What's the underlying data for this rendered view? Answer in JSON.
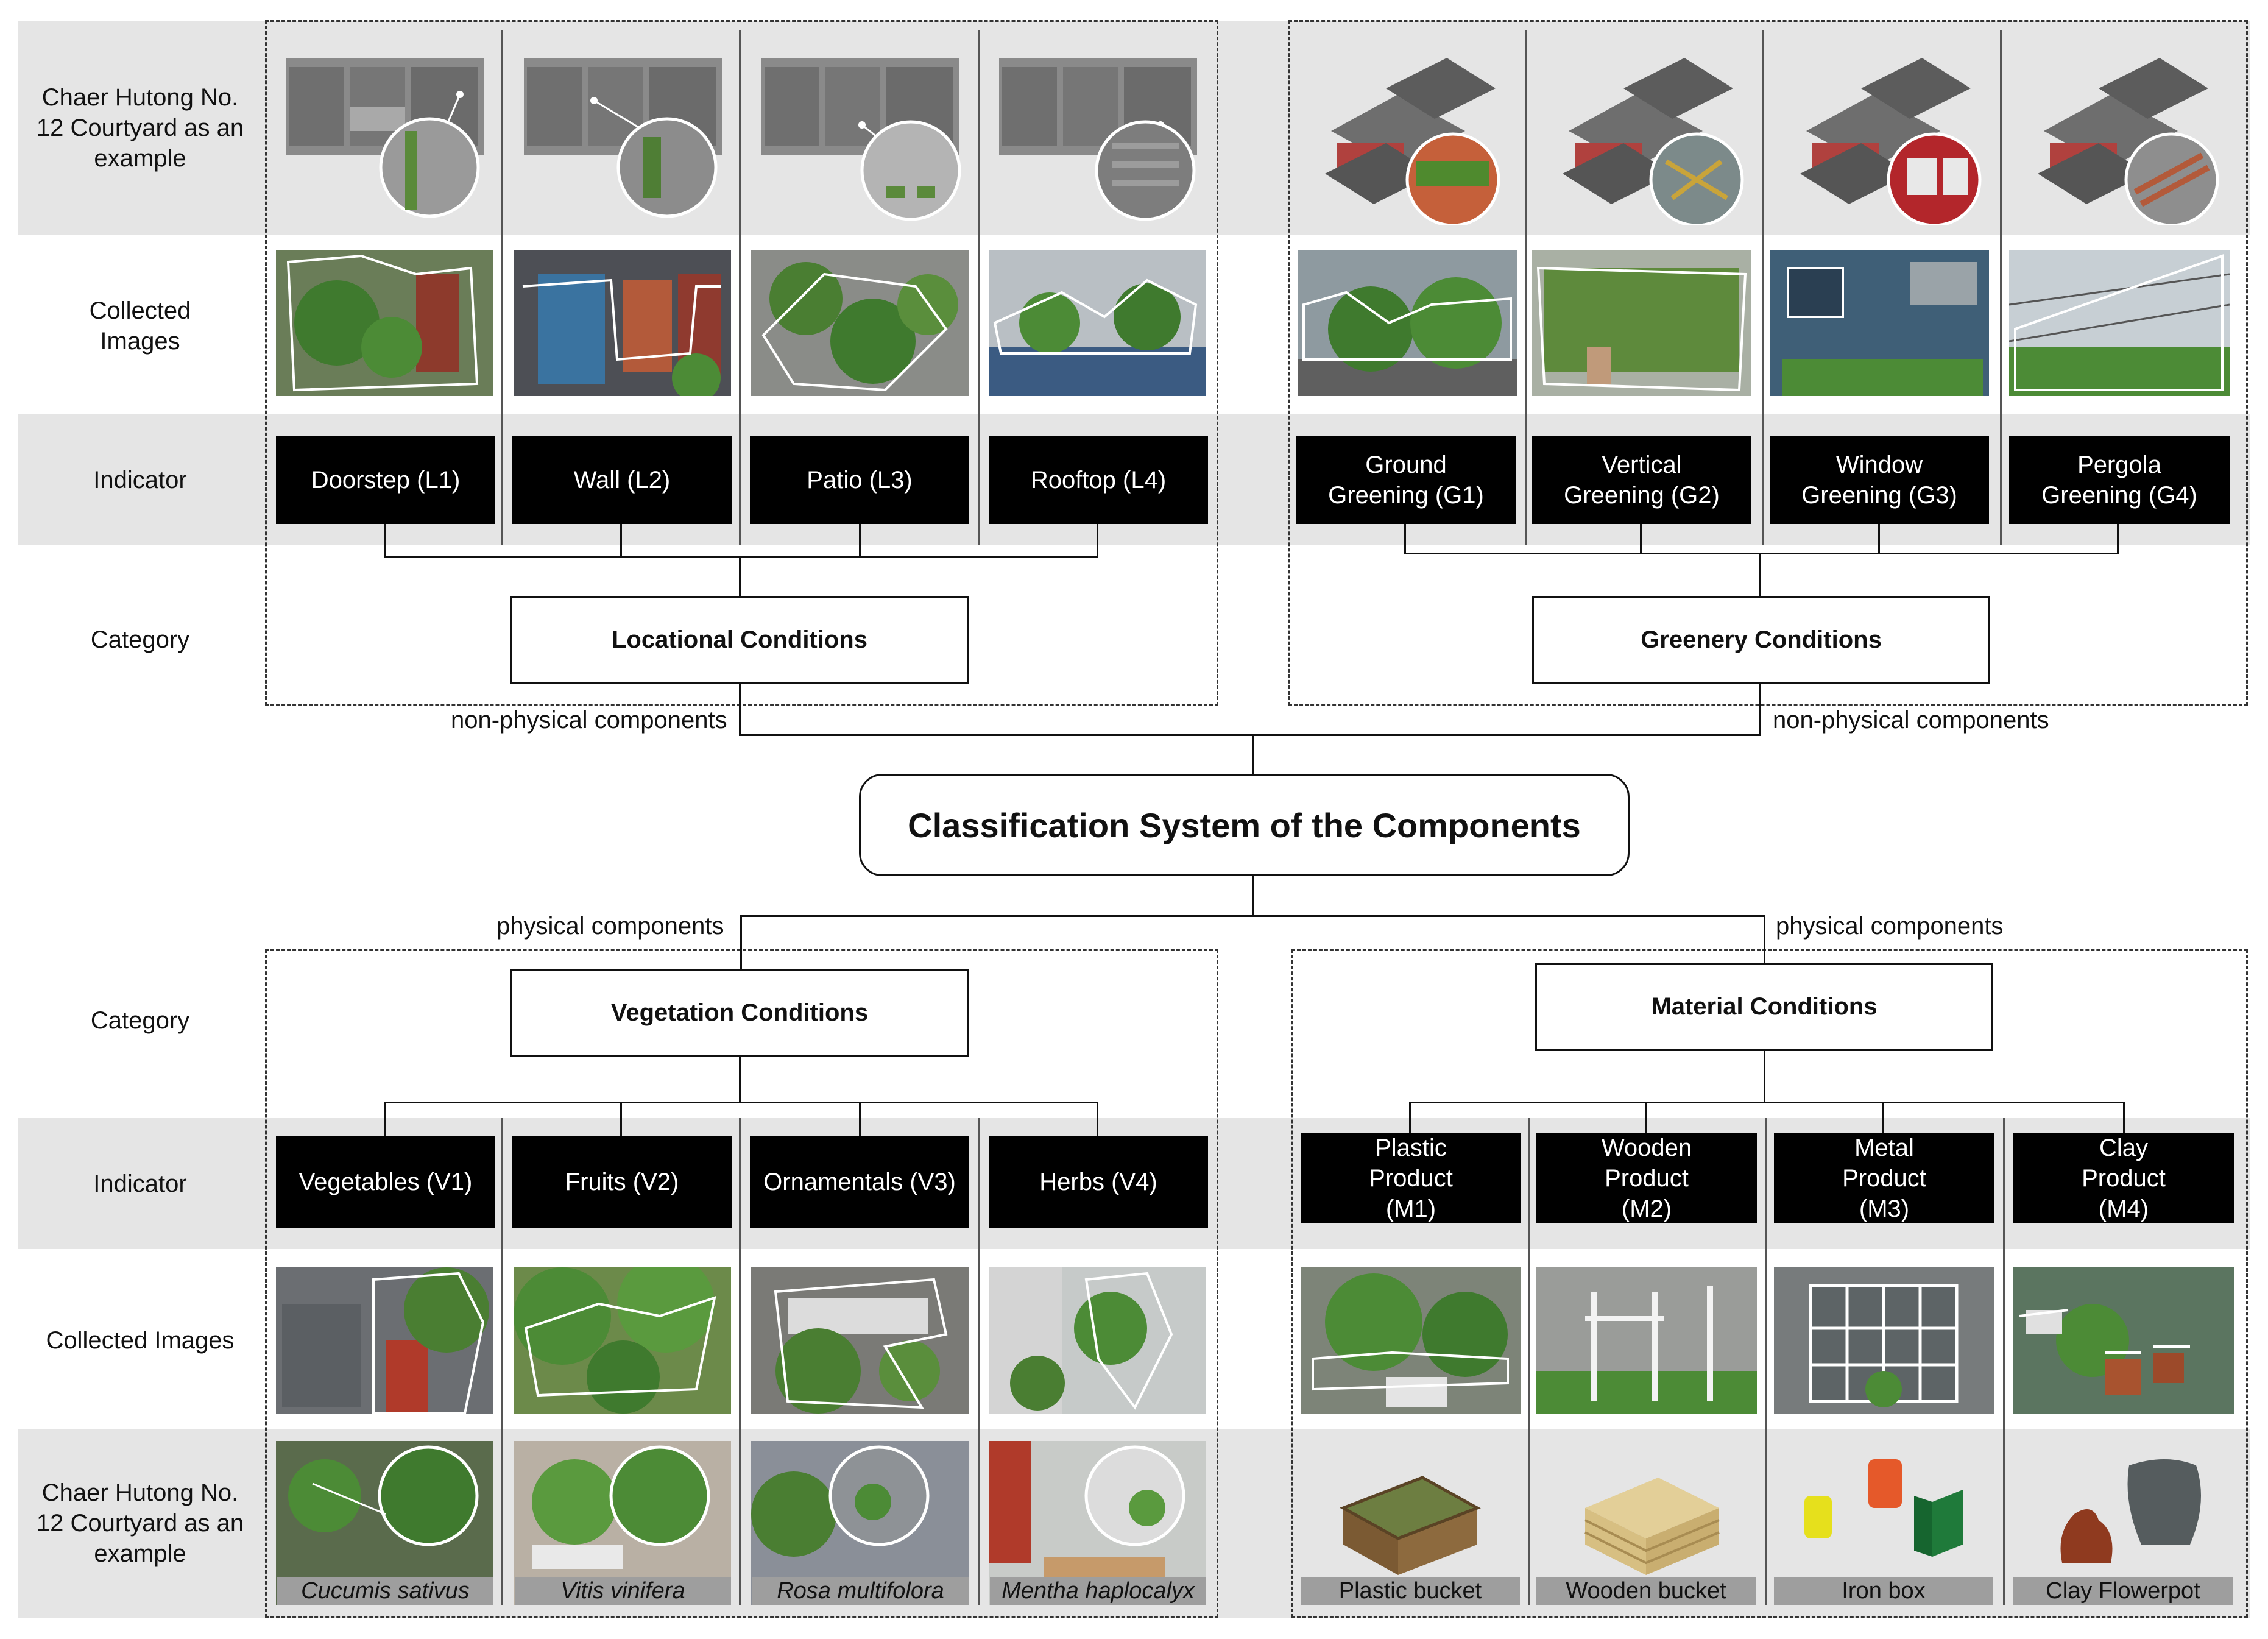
{
  "title": "Classification System of the Components",
  "row_labels": {
    "example_top": "Chaer Hutong No. 12 Courtyard as an example",
    "collected_top": "Collected Images",
    "indicator_top": "Indicator",
    "category_top": "Category",
    "category_bottom": "Category",
    "indicator_bottom": "Indicator",
    "collected_bottom": "Collected Images",
    "example_bottom": "Chaer Hutong No. 12 Courtyard as an example"
  },
  "connectors": {
    "non_physical_left": "non-physical components",
    "non_physical_right": "non-physical components",
    "physical_left": "physical components",
    "physical_right": "physical components"
  },
  "categories": {
    "locational": "Locational Conditions",
    "greenery": "Greenery Conditions",
    "vegetation": "Vegetation Conditions",
    "material": "Material Conditions"
  },
  "indicators": {
    "locational": [
      "Doorstep (L1)",
      "Wall (L2)",
      "Patio (L3)",
      "Rooftop (L4)"
    ],
    "greenery": [
      "Ground Greening (G1)",
      "Vertical Greening (G2)",
      "Window Greening (G3)",
      "Pergola Greening (G4)"
    ],
    "vegetation": [
      "Vegetables (V1)",
      "Fruits (V2)",
      "Ornamentals (V3)",
      "Herbs (V4)"
    ],
    "material": [
      "Plastic Product (M1)",
      "Wooden Product (M2)",
      "Metal Product (M3)",
      "Clay Product (M4)"
    ]
  },
  "example_captions": {
    "vegetation": [
      "Cucumis sativus",
      "Vitis  vinifera",
      "Rosa multifolora",
      "Mentha haplocalyx"
    ],
    "material": [
      "Plastic bucket",
      "Wooden bucket",
      "Iron box",
      "Clay Flowerpot"
    ]
  }
}
